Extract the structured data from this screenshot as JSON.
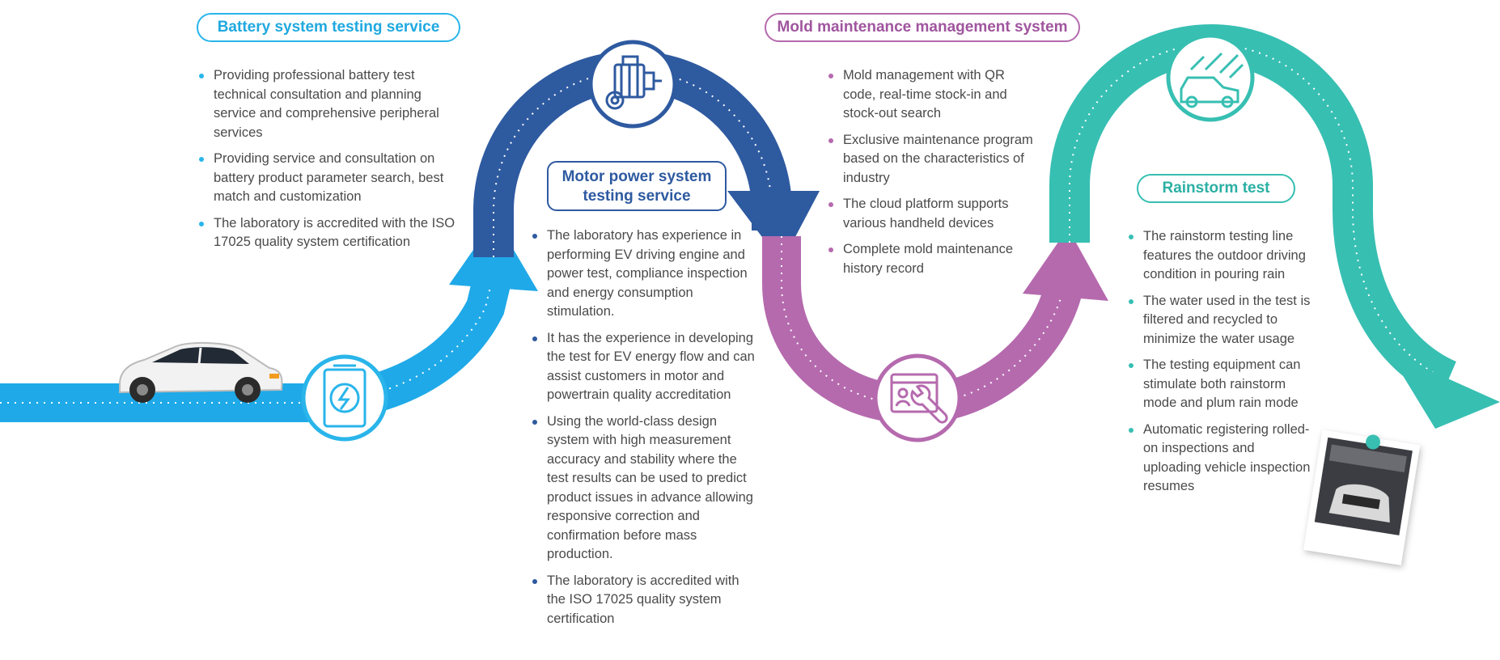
{
  "colors": {
    "battery": "#29b5ea",
    "motor": "#2e5aa0",
    "mold": "#b56aae",
    "rain": "#37bfb2"
  },
  "battery": {
    "title": "Battery system testing service",
    "icon": "battery-bolt-icon",
    "items": [
      "Providing professional battery test technical consultation and planning service and comprehensive peripheral services",
      "Providing service and consultation on battery product parameter search, best match and customization",
      "The laboratory is accredited with the ISO 17025 quality system certification"
    ]
  },
  "motor": {
    "title_line1": "Motor power system",
    "title_line2": "testing service",
    "icon": "motor-gear-icon",
    "items": [
      "The laboratory has experience in performing EV driving engine and power test, compliance inspection and energy consumption stimulation.",
      "It has the experience in developing the test for EV energy flow and can assist customers in motor and powertrain quality accreditation",
      "Using the world-class design system with high measurement accuracy and stability where the test results can be used to predict product issues in advance allowing responsive correction and confirmation before mass production.",
      "The laboratory is accredited with the ISO 17025 quality system certification"
    ]
  },
  "mold": {
    "title": "Mold maintenance management system",
    "icon": "window-wrench-icon",
    "items": [
      "Mold management with QR code, real-time stock-in and stock-out search",
      "Exclusive maintenance program based on the characteristics of industry",
      "The cloud platform supports various handheld devices",
      "Complete mold maintenance history record"
    ]
  },
  "rain": {
    "title": "Rainstorm test",
    "icon": "car-rain-icon",
    "items": [
      "The rainstorm testing line features the outdoor driving condition in pouring rain",
      "The water used in the test is filtered and recycled to minimize the water usage",
      "The testing equipment can stimulate both rainstorm mode and plum rain mode",
      "Automatic registering rolled-on inspections and uploading vehicle inspection resumes"
    ]
  }
}
